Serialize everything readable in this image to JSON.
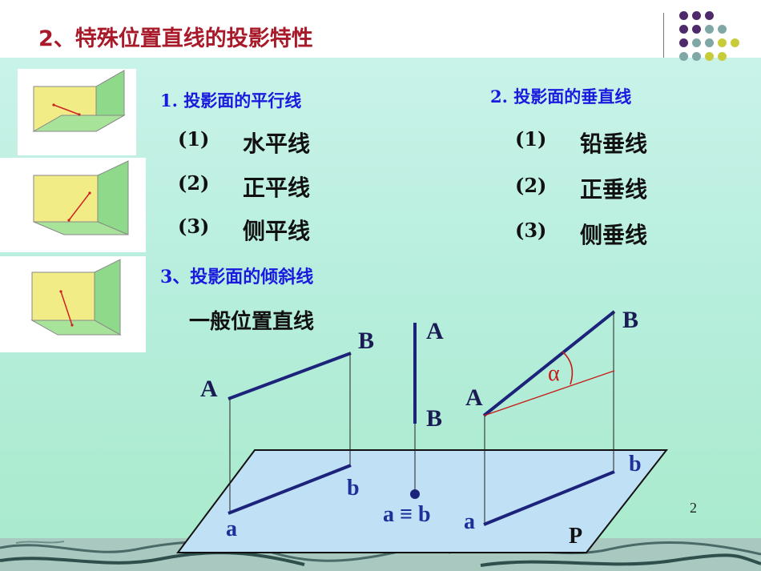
{
  "title": "2、特殊位置直线的投影特性",
  "page_number": "2",
  "section1": {
    "heading": "1.  投影面的平行线",
    "items": [
      {
        "num": "(1)",
        "text": "水平线"
      },
      {
        "num": "(2)",
        "text": "正平线"
      },
      {
        "num": "(3)",
        "text": "侧平线"
      }
    ]
  },
  "section2": {
    "heading": "2. 投影面的垂直线",
    "items": [
      {
        "num": "(1)",
        "text": "铅垂线"
      },
      {
        "num": "(2)",
        "text": "正垂线"
      },
      {
        "num": "(3)",
        "text": "侧垂线"
      }
    ]
  },
  "section3": {
    "heading": "3、投影面的倾斜线",
    "subheading": "一般位置直线"
  },
  "diagram": {
    "left": {
      "upper_a": "A",
      "upper_b": "B",
      "lower_a": "a",
      "lower_b": "b"
    },
    "middle": {
      "upper_a": "A",
      "upper_b": "B",
      "proj": "a ≡ b"
    },
    "right": {
      "upper_a": "A",
      "upper_b": "B",
      "lower_a": "a",
      "lower_b": "b",
      "angle": "α"
    },
    "plane": "P"
  },
  "colors": {
    "title": "#a81a2a",
    "heading_blue": "#1a1adf",
    "line_navy": "#1c237a",
    "plane_fill": "#bfe0f5",
    "angle_red": "#c81818",
    "dot_purple": "#4e2a6a",
    "dot_teal": "#7fa7a5",
    "dot_yellow": "#c9cc3a"
  }
}
